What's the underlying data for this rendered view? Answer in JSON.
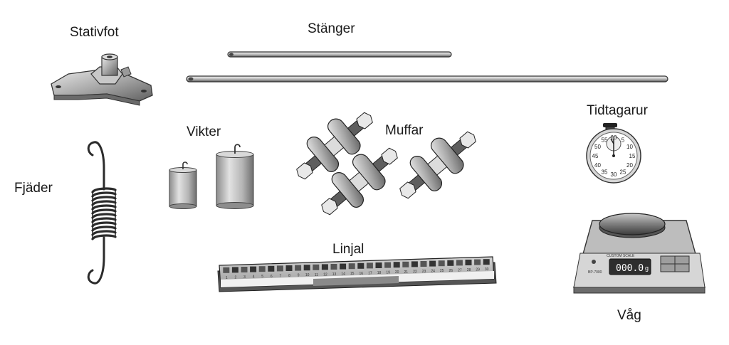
{
  "labels": {
    "stativfot": "Stativfot",
    "stanger": "Stänger",
    "tidtagarur": "Tidtagarur",
    "vikter": "Vikter",
    "muffar": "Muffar",
    "fjader": "Fjäder",
    "linjal": "Linjal",
    "vag": "Våg"
  },
  "scale_display": {
    "reading": "000.0",
    "unit": "g",
    "brand": "CUSTOM SCALE",
    "model": "BP-7000"
  },
  "stopwatch_numbers": [
    "60",
    "5",
    "10",
    "15",
    "20",
    "25",
    "30",
    "35",
    "40",
    "45",
    "50",
    "55"
  ],
  "ruler_numbers": [
    "1",
    "2",
    "3",
    "4",
    "5",
    "6",
    "7",
    "8",
    "9",
    "10",
    "11",
    "12",
    "13",
    "14",
    "15",
    "16",
    "17",
    "18",
    "19",
    "20",
    "21",
    "22",
    "23",
    "24",
    "25",
    "26",
    "27",
    "28",
    "29",
    "30"
  ]
}
